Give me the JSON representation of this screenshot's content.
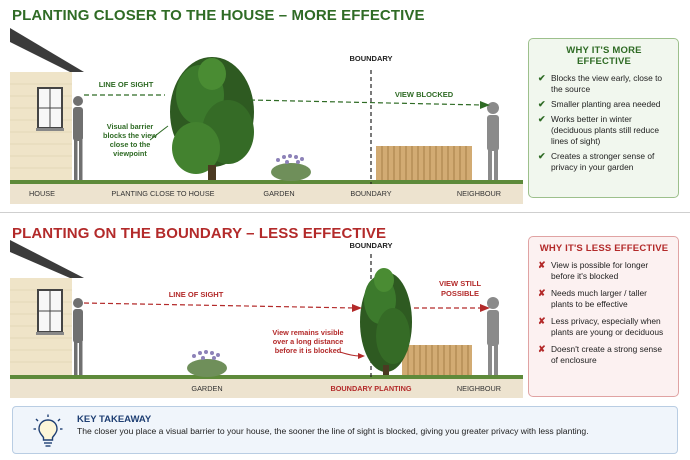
{
  "top": {
    "title": "PLANTING CLOSER TO THE HOUSE – MORE EFFECTIVE",
    "boundary_label": "BOUNDARY",
    "line_of_sight": "LINE OF SIGHT",
    "view_blocked": "VIEW BLOCKED",
    "barrier_note": [
      "Visual barrier",
      "blocks the view",
      "close to the",
      "viewpoint"
    ],
    "ground_labels": [
      "HOUSE",
      "PLANTING CLOSE TO HOUSE",
      "GARDEN",
      "BOUNDARY",
      "NEIGHBOUR"
    ],
    "panel_title": "WHY IT'S MORE EFFECTIVE",
    "reasons": [
      "Blocks the view early, close to the source",
      "Smaller planting area needed",
      "Works better in winter (deciduous plants still reduce lines of sight)",
      "Creates a stronger sense of privacy in your garden"
    ]
  },
  "bottom": {
    "title": "PLANTING ON THE BOUNDARY – LESS EFFECTIVE",
    "boundary_label": "BOUNDARY",
    "line_of_sight": "LINE OF SIGHT",
    "view_still": [
      "VIEW STILL",
      "POSSIBLE"
    ],
    "remains_note": [
      "View remains visible",
      "over a long distance",
      "before it is blocked"
    ],
    "ground_labels": [
      "GARDEN",
      "BOUNDARY PLANTING",
      "NEIGHBOUR"
    ],
    "panel_title": "WHY IT'S LESS EFFECTIVE",
    "reasons": [
      "View is possible for longer before it's blocked",
      "Needs much larger / taller plants to be effective",
      "Less privacy, especially when plants are young or deciduous",
      "Doesn't create a strong sense of enclosure"
    ]
  },
  "takeaway": {
    "heading": "KEY TAKEAWAY",
    "text": "The closer you place a visual barrier to your house, the sooner the line of sight is blocked, giving you greater privacy with less planting."
  },
  "icons": {
    "check": "✔",
    "cross": "✘",
    "lightbulb": "lightbulb-icon"
  },
  "colors": {
    "green": "#2f6b25",
    "red": "#b32a2a",
    "navy": "#1f3f73"
  }
}
